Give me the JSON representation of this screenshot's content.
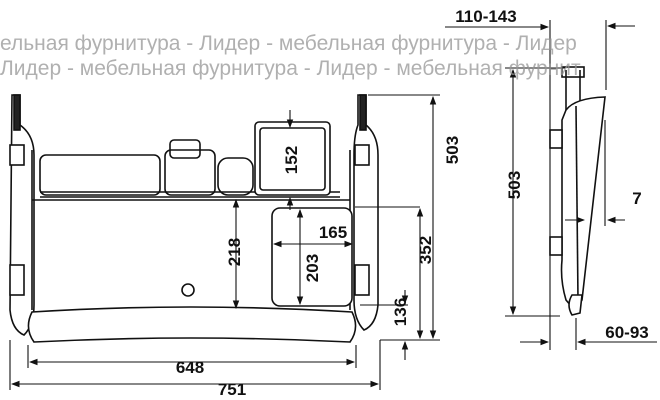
{
  "front_view": {
    "dimensions": {
      "width_inner": "648",
      "width_total": "751",
      "height_total": "503",
      "height_352": "352",
      "height_136": "136",
      "height_218": "218",
      "height_203": "203",
      "height_152": "152",
      "width_165": "165"
    }
  },
  "side_view": {
    "dimensions": {
      "height": "503",
      "depth_top": "110-143",
      "offset": "7",
      "depth_bottom": "60-93"
    }
  },
  "watermark": {
    "line1": "ельная фурнитура - Лидер - мебельная фурнитура - Лидер",
    "line2": "Лидер - мебельная фурнитура - Лидер - мебельная фурнит"
  }
}
